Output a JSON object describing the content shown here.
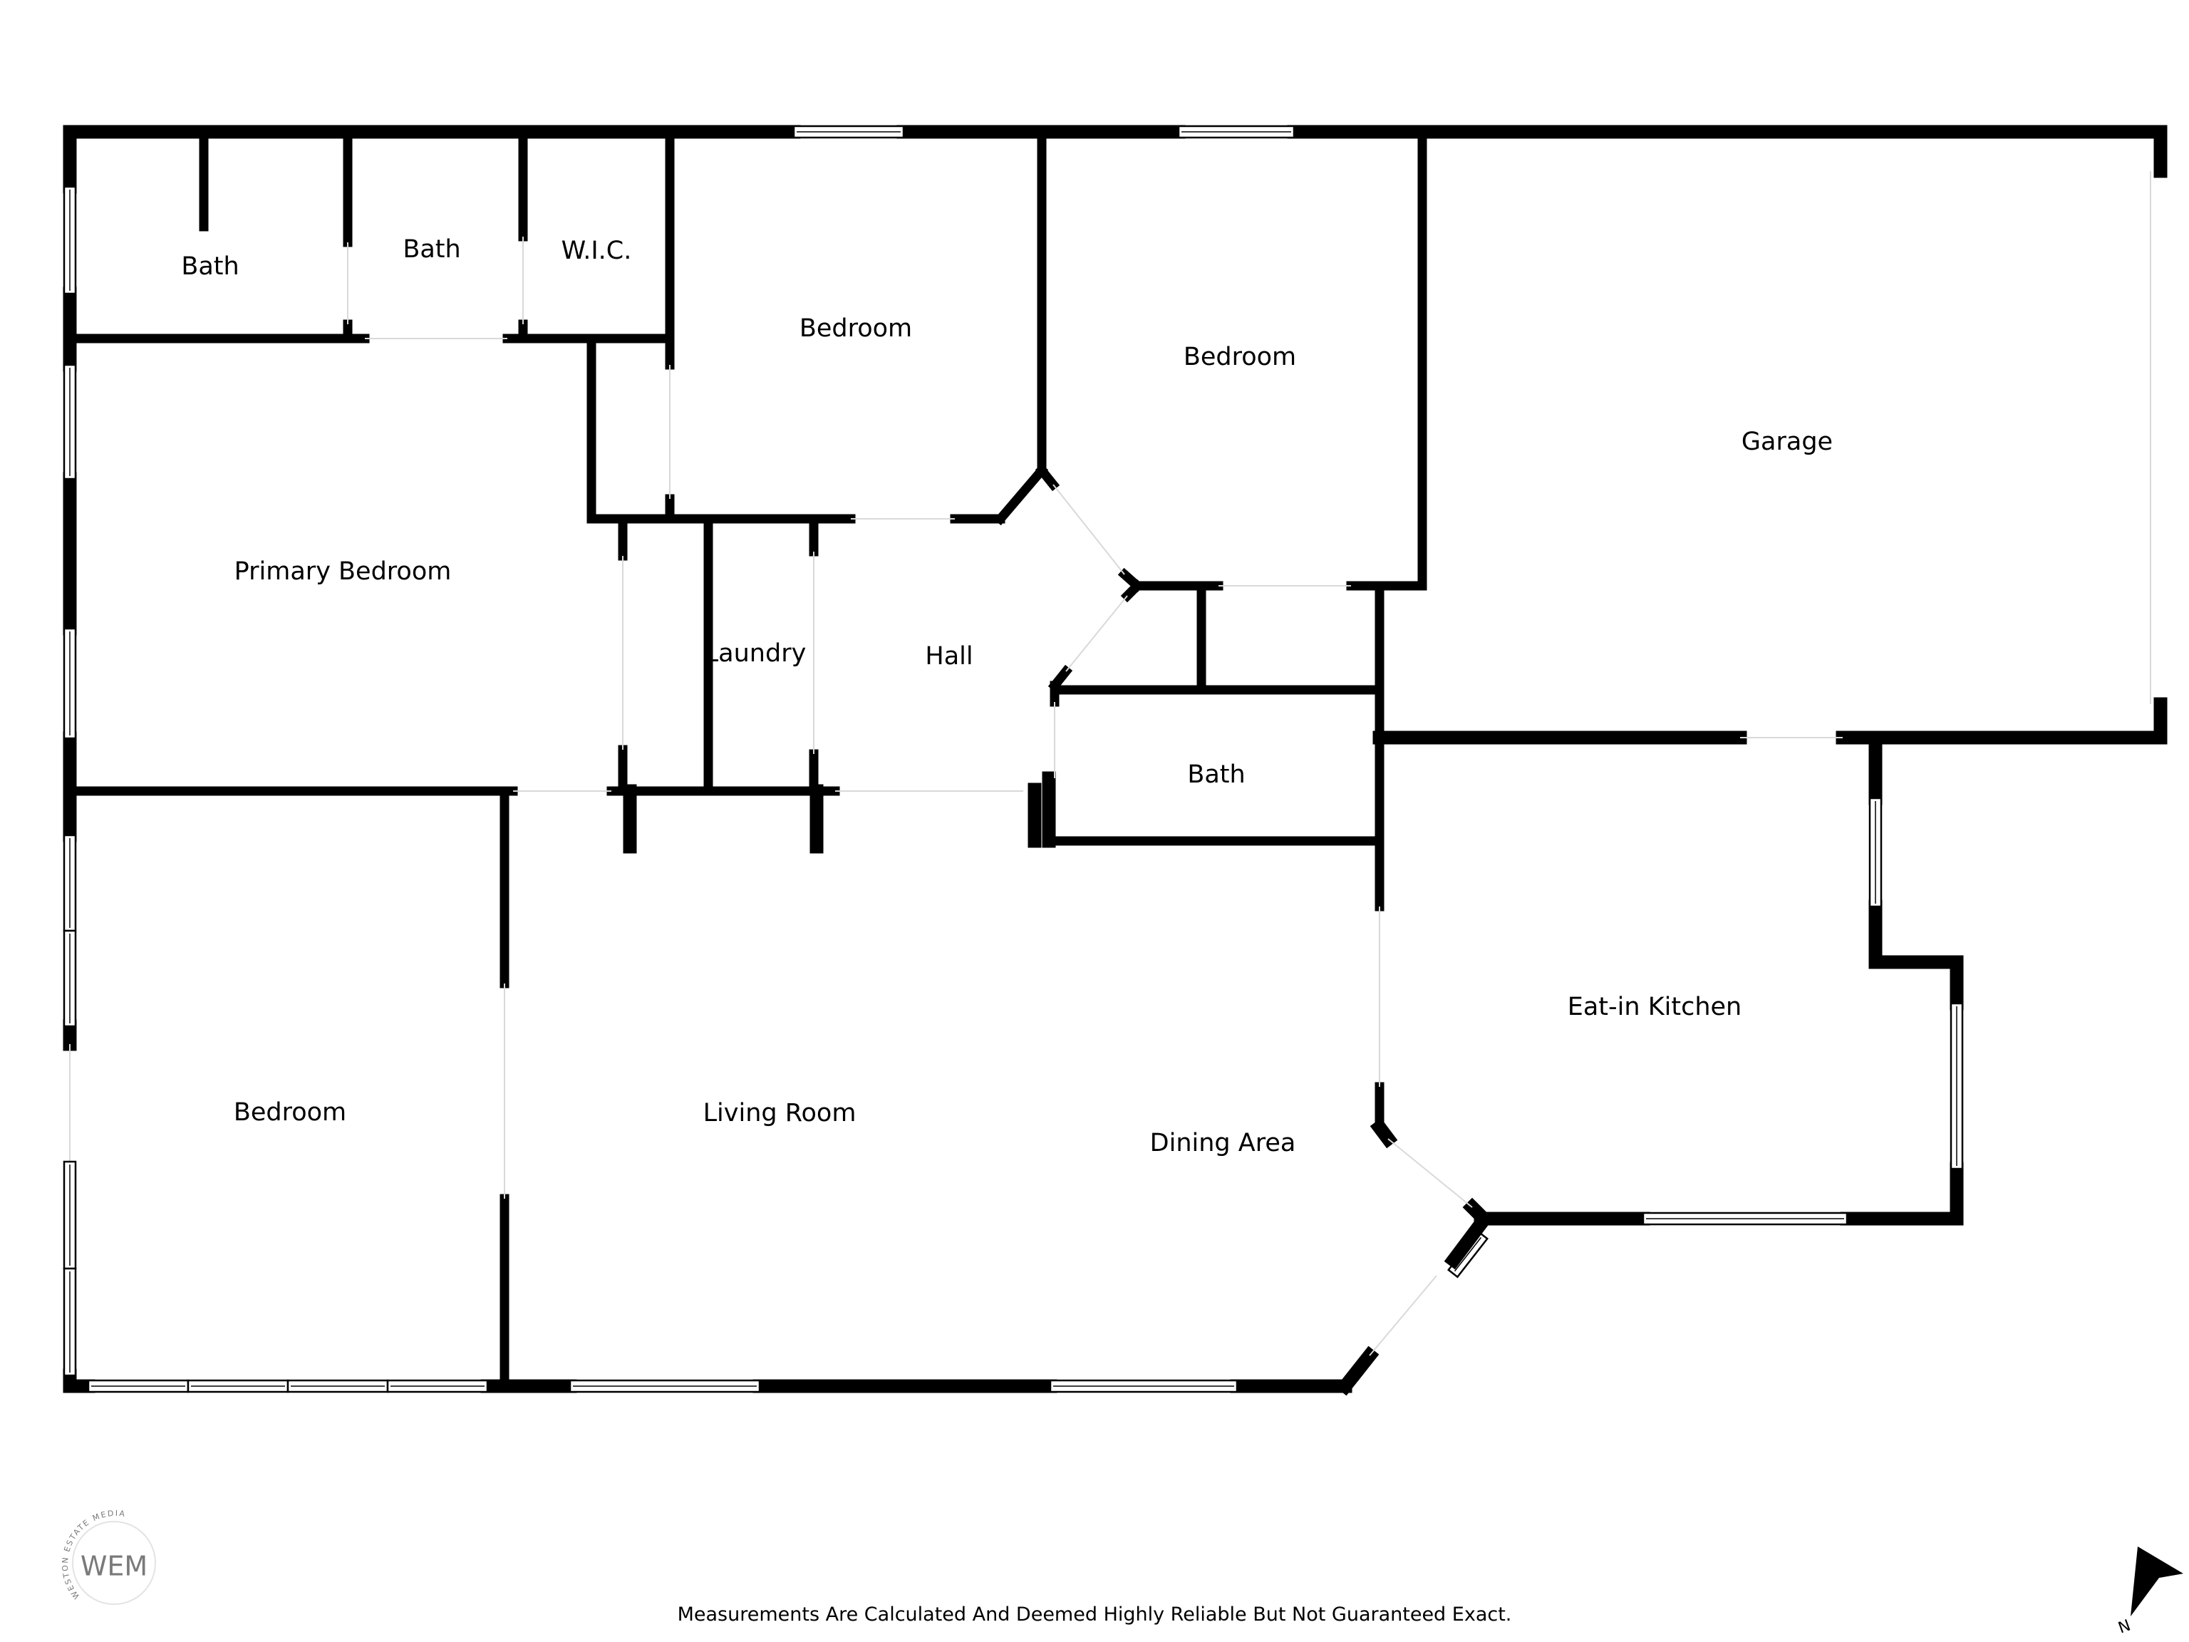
{
  "rooms": {
    "bath_1": "Bath",
    "bath_2": "Bath",
    "wic": "W.I.C.",
    "bedroom_top_middle": "Bedroom",
    "bedroom_top_right": "Bedroom",
    "garage": "Garage",
    "primary_bedroom": "Primary Bedroom",
    "laundry": "Laundry",
    "hall": "Hall",
    "bath_3": "Bath",
    "eat_in_kitchen": "Eat-in Kitchen",
    "bedroom_lower_left": "Bedroom",
    "living_room": "Living Room",
    "dining_area": "Dining Area"
  },
  "logo": {
    "monogram": "WEM",
    "ring_text": "WESTON ESTATE MEDIA"
  },
  "compass": {
    "label": "N"
  },
  "disclaimer": "Measurements Are Calculated And Deemed Highly Reliable But Not Guaranteed Exact.",
  "colors": {
    "wall": "#000000",
    "background": "#ffffff",
    "logo": "#7a7a7a"
  }
}
